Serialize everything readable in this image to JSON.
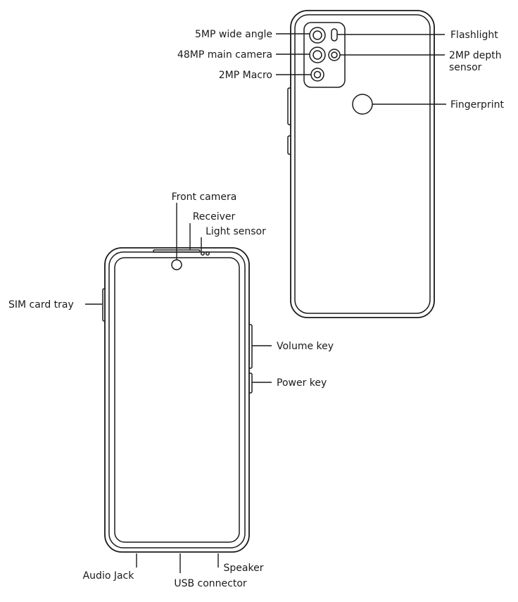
{
  "labels": {
    "wide_angle": "5MP wide angle",
    "main_camera": "48MP main camera",
    "macro": "2MP Macro",
    "flashlight": "Flashlight",
    "depth_line1": "2MP depth",
    "depth_line2": "sensor",
    "fingerprint": "Fingerprint",
    "front_camera": "Front camera",
    "receiver": "Receiver",
    "light_sensor": "Light sensor",
    "sim_tray": "SIM card tray",
    "volume_key": "Volume key",
    "power_key": "Power key",
    "audio_jack": "Audio Jack",
    "usb_connector": "USB connector",
    "speaker": "Speaker"
  },
  "colors": {
    "line": "#1a1a1a",
    "background": "#ffffff"
  }
}
